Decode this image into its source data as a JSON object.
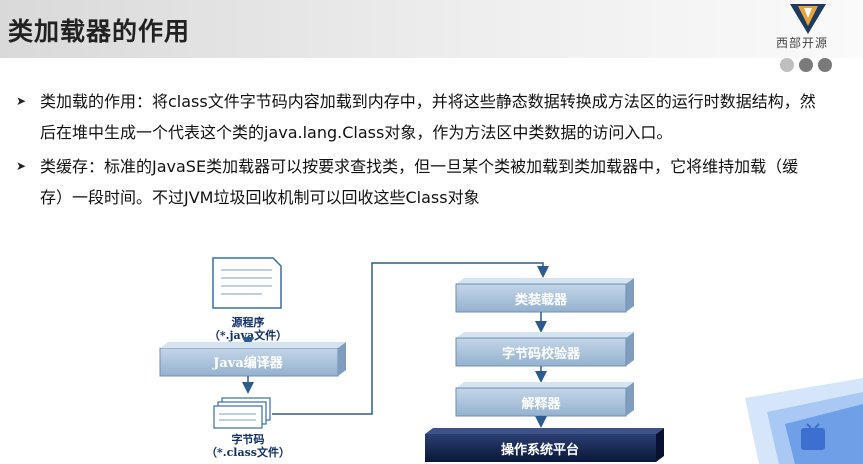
{
  "slide": {
    "title": "类加载器的作用",
    "logo_text": "西部开源"
  },
  "bullets": [
    {
      "arrow": "➤",
      "text": "类加载的作用：将class文件字节码内容加载到内存中，并将这些静态数据转换成方法区的运行时数据结构，然后在堆中生成一个代表这个类的java.lang.Class对象，作为方法区中类数据的访问入口。"
    },
    {
      "arrow": "➤",
      "text": "类缓存：标准的JavaSE类加载器可以按要求查找类，但一旦某个类被加载到类加载器中，它将维持加载（缓存）一段时间。不过JVM垃圾回收机制可以回收这些Class对象"
    }
  ],
  "diagram": {
    "source_label": "源程序",
    "source_sub": "（*.java文件）",
    "compiler": "Java编译器",
    "bytecode_label": "字节码",
    "bytecode_sub": "（*.class文件）",
    "class_loader": "类装载器",
    "verifier": "字节码校验器",
    "interpreter": "解释器",
    "os_platform": "操作系统平台"
  },
  "colors": {
    "box_fill": "#a9c2da",
    "box_text": "#ffffff",
    "os_fill": "#0f1f4a",
    "arrow": "#2b5b8f",
    "label_text": "#13306b"
  }
}
